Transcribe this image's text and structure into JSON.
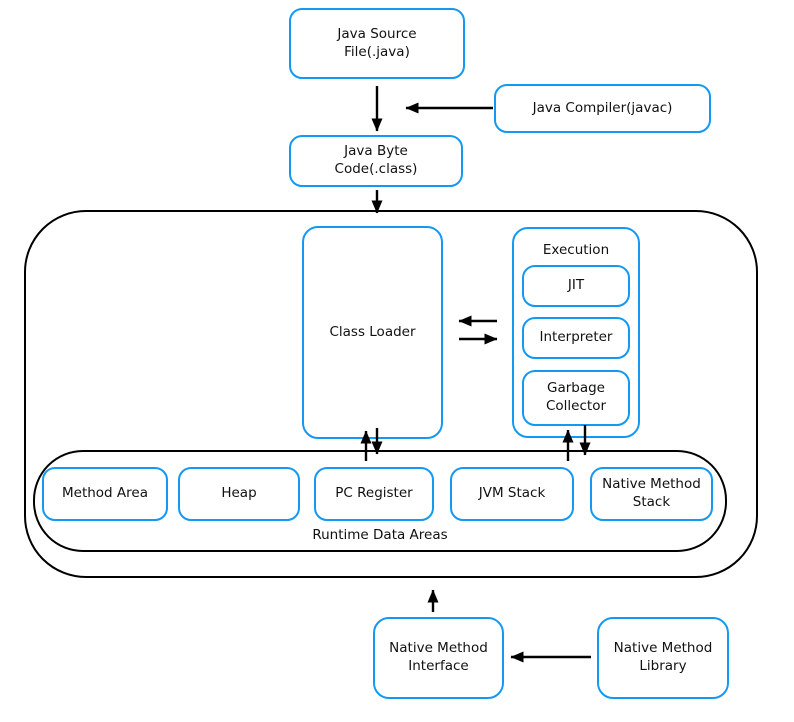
{
  "diagram": {
    "colors": {
      "node_border": "#1499f2",
      "frame_border": "#000000",
      "arrow": "#000000",
      "text": "#111111",
      "background": "#ffffff"
    },
    "nodes": {
      "java_source": {
        "label": "Java Source File(.java)"
      },
      "java_compiler": {
        "label": "Java Compiler(javac)"
      },
      "java_byte_code": {
        "label": "Java Byte Code(.class)"
      },
      "class_loader": {
        "label": "Class Loader"
      },
      "execution": {
        "label": "Execution"
      },
      "jit": {
        "label": "JIT"
      },
      "interpreter": {
        "label": "Interpreter"
      },
      "garbage_collector": {
        "label": "Garbage Collector"
      },
      "runtime_data_areas": {
        "label": "Runtime Data Areas"
      },
      "method_area": {
        "label": "Method Area"
      },
      "heap": {
        "label": "Heap"
      },
      "pc_register": {
        "label": "PC Register"
      },
      "jvm_stack": {
        "label": "JVM Stack"
      },
      "native_method_stack": {
        "label": "Native Method Stack"
      },
      "native_method_interface": {
        "label": "Native Method Interface"
      },
      "native_method_library": {
        "label": "Native Method Library"
      }
    },
    "edges": [
      {
        "from": "java_source",
        "to": "java_byte_code",
        "type": "arrow-down"
      },
      {
        "from": "java_compiler",
        "to": "java_source_to_byte_code_flow",
        "type": "arrow-left"
      },
      {
        "from": "java_byte_code",
        "to": "jvm",
        "type": "arrow-down"
      },
      {
        "from": "execution",
        "to": "class_loader",
        "type": "arrow-left"
      },
      {
        "from": "class_loader",
        "to": "execution",
        "type": "arrow-right"
      },
      {
        "from": "runtime_data_areas",
        "to": "class_loader",
        "type": "arrow-up"
      },
      {
        "from": "class_loader",
        "to": "runtime_data_areas",
        "type": "arrow-down"
      },
      {
        "from": "runtime_data_areas",
        "to": "execution",
        "type": "arrow-up"
      },
      {
        "from": "execution",
        "to": "runtime_data_areas",
        "type": "arrow-down"
      },
      {
        "from": "native_method_interface",
        "to": "jvm",
        "type": "arrow-up"
      },
      {
        "from": "native_method_library",
        "to": "native_method_interface",
        "type": "arrow-left"
      }
    ]
  }
}
